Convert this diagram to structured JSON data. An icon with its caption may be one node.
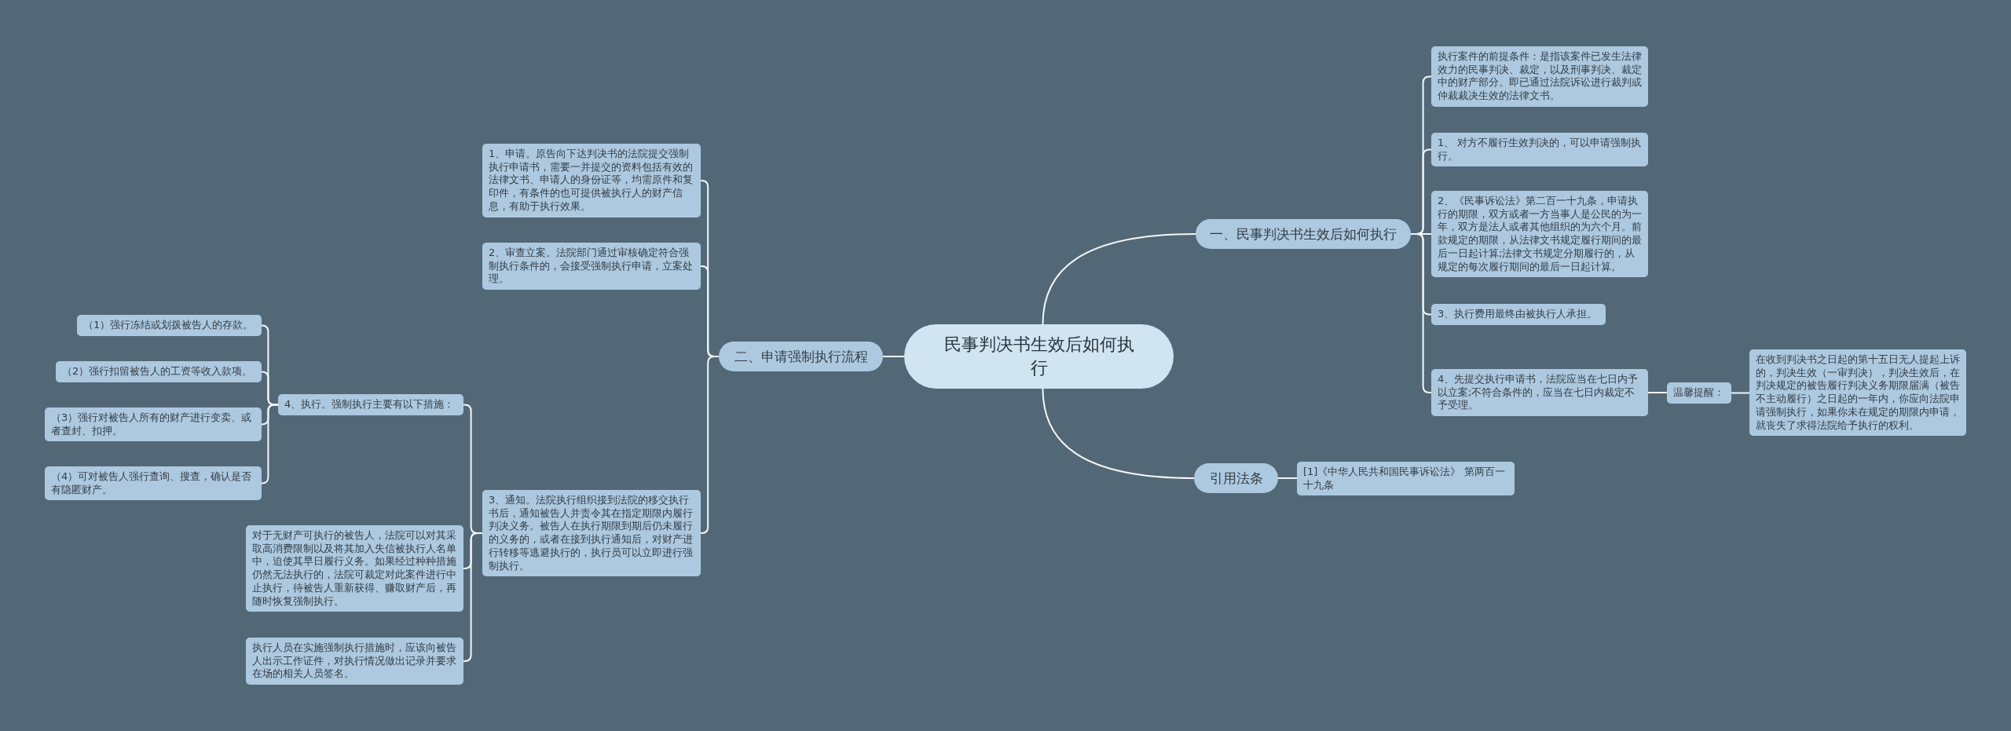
{
  "diagram": {
    "nodes": [
      {
        "text": [
          "民事判决书生效后如何执行"
        ]
      },
      {
        "text": [
          "一、民事判决书生效后如何执行"
        ]
      },
      {
        "text": [
          "执行案件的前提条件：是指该案件已发生法律效力的民事判决、裁定，以及刑事判决、裁定中的财产部分。即已通过法院诉讼进行裁判或仲裁裁决生效的法律文书。"
        ]
      },
      {
        "text": [
          "1、 对方不履行生效判决的，可以申请强制执行。"
        ]
      },
      {
        "text": [
          "2、《民事诉讼法》第二百一十九条，申请执行的期限，双方或者一方当事人是公民的为一年，双方是法人或者其他组织的为六个月。前款规定的期限，从法律文书规定履行期间的最后一日起计算;法律文书规定分期履行的，从规定的每次履行期间的最后一日起计算。"
        ]
      },
      {
        "text": [
          "3、执行费用最终由被执行人承担。"
        ]
      },
      {
        "text": [
          "4、先提交执行申请书，法院应当在七日内予以立案;不符合条件的，应当在七日内裁定不予受理。"
        ]
      },
      {
        "text": [
          "温馨提醒："
        ]
      },
      {
        "text": [
          "在收到判决书之日起的第十五日无人提起上诉的，判决生效（一审判决），判决生效后，在判决规定的被告履行判决义务期限届满（被告不主动履行）之日起的一年内，你应向法院申请强制执行，如果你未在规定的期限内申请，就丧失了求得法院给予执行的权利。"
        ]
      },
      {
        "text": [
          "引用法条"
        ]
      },
      {
        "text": [
          "[1]《中华人民共和国民事诉讼法》 第两百一十九条"
        ]
      },
      {
        "text": [
          "二、申请强制执行流程"
        ]
      },
      {
        "text": [
          "1、申请。原告向下达判决书的法院提交强制执行申请书，需要一并提交的资料包括有效的法律文书、申请人的身份证等，均需原件和复印件，有条件的也可提供被执行人的财产信息，有助于执行效果。"
        ]
      },
      {
        "text": [
          "2、审查立案。法院部门通过审核确定符合强制执行条件的，会接受强制执行申请，立案处理。"
        ]
      },
      {
        "text": [
          "3、通知。法院执行组织接到法院的移交执行书后，通知被告人并责令其在指定期限内履行判决义务。被告人在执行期限到期后仍未履行的义务的，或者在接到执行通知后，对财产进行转移等逃避执行的，执行员可以立即进行强制执行。"
        ]
      },
      {
        "text": [
          "4、执行。强制执行主要有以下措施："
        ]
      },
      {
        "text": [
          "（1）强行冻结或划拨被告人的存款。"
        ]
      },
      {
        "text": [
          "（2）强行扣留被告人的工资等收入款项。"
        ]
      },
      {
        "text": [
          "（3）强行对被告人所有的财产进行变卖、或者查封、扣押。"
        ]
      },
      {
        "text": [
          "（4）可对被告人强行查询、搜查，确认是否有隐匿财产。"
        ]
      },
      {
        "text": [
          "对于无财产可执行的被告人，法院可以对其采取高消费限制以及将其加入失信被执行人名单中，迫使其早日履行义务。如果经过种种措施仍然无法执行的，法院可裁定对此案件进行中止执行，待被告人重新获得、赚取财产后，再随时恢复强制执行。"
        ]
      },
      {
        "text": [
          "执行人员在实施强制执行措施时，应该向被告人出示工作证件，对执行情况做出记录并要求在场的相关人员签名。"
        ]
      }
    ],
    "edges": [
      {
        "from": 0,
        "to": 1,
        "arrow": "none"
      },
      {
        "from": 1,
        "to": 2,
        "arrow": "none"
      },
      {
        "from": 1,
        "to": 3,
        "arrow": "none"
      },
      {
        "from": 1,
        "to": 4,
        "arrow": "none"
      },
      {
        "from": 1,
        "to": 5,
        "arrow": "none"
      },
      {
        "from": 1,
        "to": 6,
        "arrow": "none"
      },
      {
        "from": 6,
        "to": 7,
        "arrow": "none"
      },
      {
        "from": 7,
        "to": 8,
        "arrow": "none"
      },
      {
        "from": 0,
        "to": 9,
        "arrow": "none"
      },
      {
        "from": 9,
        "to": 10,
        "arrow": "none"
      },
      {
        "from": 0,
        "to": 11,
        "arrow": "none"
      },
      {
        "from": 11,
        "to": 12,
        "arrow": "none"
      },
      {
        "from": 11,
        "to": 13,
        "arrow": "none"
      },
      {
        "from": 11,
        "to": 14,
        "arrow": "none"
      },
      {
        "from": 14,
        "to": 15,
        "arrow": "none"
      },
      {
        "from": 15,
        "to": 16,
        "arrow": "none"
      },
      {
        "from": 15,
        "to": 17,
        "arrow": "none"
      },
      {
        "from": 15,
        "to": 18,
        "arrow": "none"
      },
      {
        "from": 15,
        "to": 19,
        "arrow": "none"
      },
      {
        "from": 14,
        "to": 20,
        "arrow": "none"
      },
      {
        "from": 14,
        "to": 21,
        "arrow": "none"
      }
    ]
  }
}
